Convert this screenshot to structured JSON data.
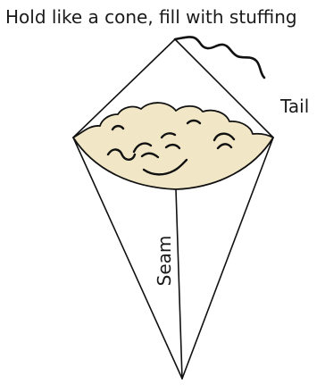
{
  "instruction": "Hold like a cone, fill with stuffing",
  "labels": {
    "tail": "Tail",
    "seam": "Seam"
  },
  "colors": {
    "line": "#111111",
    "stuffing": "#f1e7c6",
    "background": "#ffffff"
  }
}
